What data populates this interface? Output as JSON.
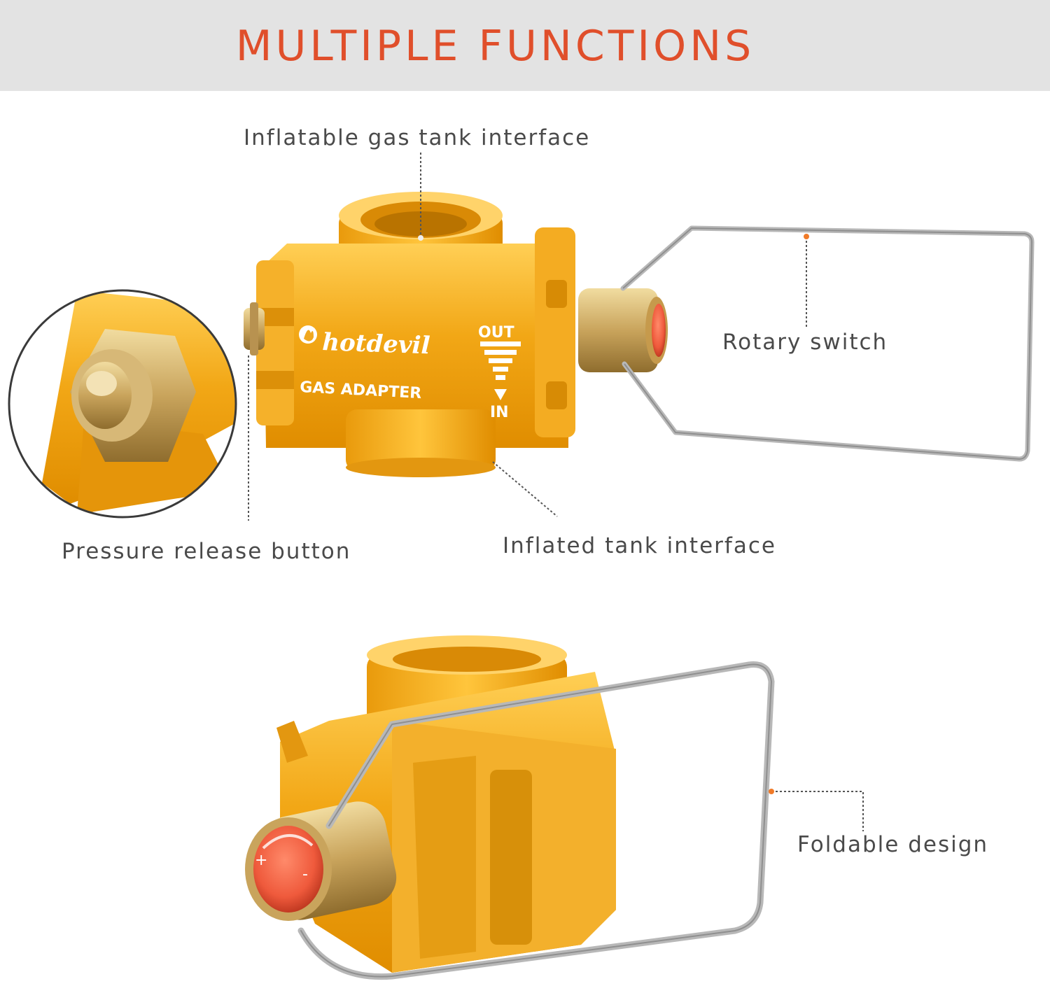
{
  "banner": {
    "title": "MULTIPLE FUNCTIONS"
  },
  "callouts": {
    "top_interface": "Inflatable gas tank interface",
    "rotary_switch": "Rotary switch",
    "pressure_release": "Pressure release button",
    "bottom_interface": "Inflated tank interface",
    "foldable": "Foldable design"
  },
  "product": {
    "brand": "hotdevil",
    "model_label": "GAS ADAPTER",
    "flow_out": "OUT",
    "flow_in": "IN"
  },
  "colors": {
    "banner_bg": "#e3e3e3",
    "title": "#e04f2b",
    "callout_text": "#4a4a4a",
    "accent_dot": "#f07a28",
    "body_gold": "#f0a820",
    "brass": "#c9a45c",
    "knob_red": "#ef5a3c",
    "wire": "#b8b8b8"
  }
}
